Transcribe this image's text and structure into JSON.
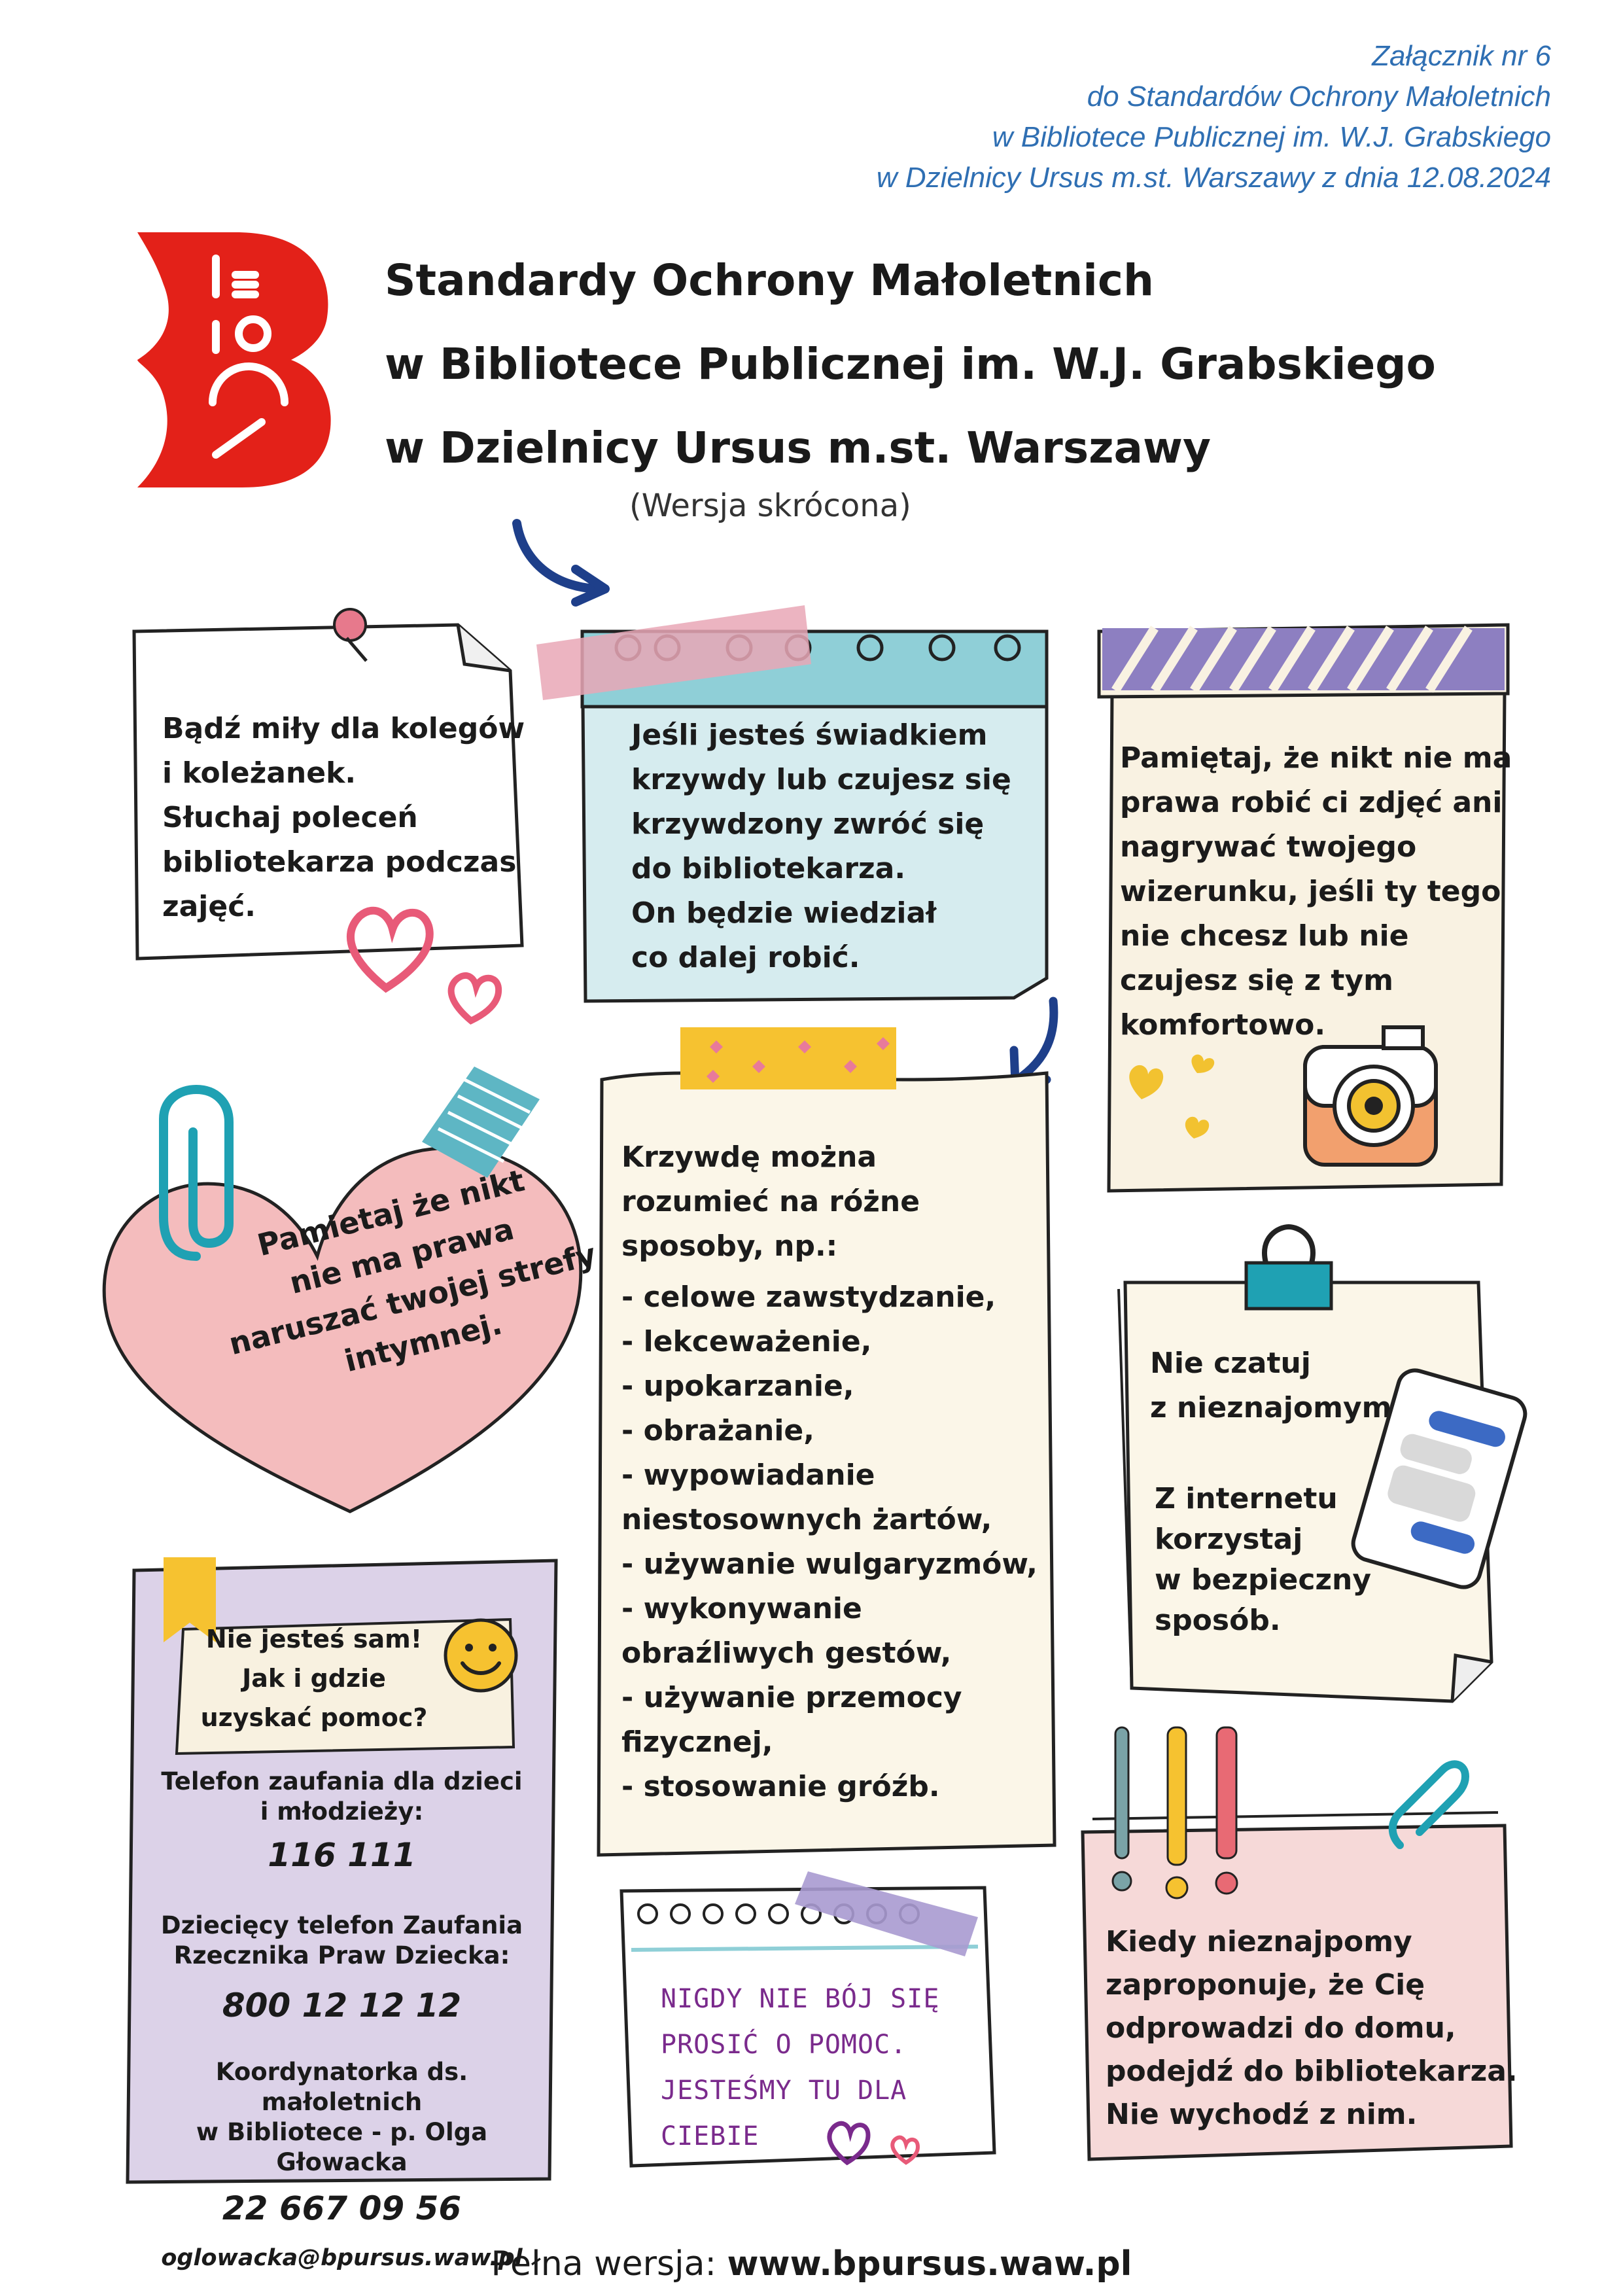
{
  "annex": {
    "line1": "Załącznik nr 6",
    "line2": "do Standardów Ochrony Małoletnich",
    "line3": "w Bibliotece Publicznej im. W.J. Grabskiego",
    "line4": "w Dzielnicy Ursus m.st. Warszawy z dnia 12.08.2024"
  },
  "header": {
    "title_line1": "Standardy Ochrony Małoletnich",
    "title_line2": "w Bibliotece Publicznej im. W.J. Grabskiego",
    "title_line3": "w Dzielnicy Ursus m.st. Warszawy",
    "subtitle": "(Wersja skrócona)"
  },
  "notes": {
    "kind": {
      "l1": "Bądź miły dla kolegów",
      "l2": "i koleżanek.",
      "l3": "Słuchaj poleceń",
      "l4": "bibliotekarza podczas",
      "l5": "zajęć."
    },
    "witness": {
      "l1": "Jeśli jesteś świadkiem",
      "l2": "krzywdy lub czujesz się",
      "l3": "krzywdzony zwróć się",
      "l4": "do bibliotekarza.",
      "l5": "On będzie wiedział",
      "l6": "co dalej robić."
    },
    "photos": {
      "l1": "Pamiętaj, że nikt nie ma",
      "l2": "prawa robić ci zdjęć ani",
      "l3": "nagrywać twojego",
      "l4": "wizerunku, jeśli ty tego",
      "l5": "nie chcesz  lub nie",
      "l6": "czujesz się z tym",
      "l7": "komfortowo."
    },
    "heart": {
      "l1": "Pamietaj że nikt",
      "l2": "nie ma prawa",
      "l3": "naruszać twojej strefy",
      "l4": "intymnej."
    },
    "harm": {
      "h1": "Krzywdę można",
      "h2": "rozumieć na różne",
      "h3": "sposoby, np.:",
      "items": [
        "- celowe zawstydzanie,",
        "- lekceważenie,",
        "- upokarzanie,",
        "- obrażanie,",
        "- wypowiadanie",
        "   niestosownych żartów,",
        "- używanie wulgaryzmów,",
        "- wykonywanie",
        "   obraźliwych gestów,",
        "- używanie przemocy",
        "   fizycznej,",
        "- stosowanie gróźb."
      ]
    },
    "chat": {
      "l1": "Nie czatuj",
      "l2": "z nieznajomymi.",
      "l3": "Z internetu",
      "l4": "korzystaj",
      "l5": "w bezpieczny",
      "l6": "sposób."
    },
    "help": {
      "q1": "Nie jesteś sam!",
      "q2": "Jak i gdzie",
      "q3": "uzyskać pomoc?",
      "phone1_label1": "Telefon zaufania dla dzieci",
      "phone1_label2": "i młodzieży:",
      "phone1": "116 111",
      "phone2_label1": "Dziecięcy telefon Zaufania",
      "phone2_label2": "Rzecznika Praw Dziecka:",
      "phone2": "800 12 12 12",
      "coord_label1": "Koordynatorka ds. małoletnich",
      "coord_label2": "w Bibliotece - p. Olga Głowacka",
      "phone3": "22 667 09 56",
      "email": "oglowacka@bpursus.waw.pl"
    },
    "never": {
      "l1": "NIGDY NIE BÓJ SIĘ",
      "l2": "PROSIĆ O POMOC.",
      "l3": "JESTEŚMY TU DLA",
      "l4": "CIEBIE"
    },
    "stranger": {
      "l1": "Kiedy nieznajpomy",
      "l2": "zaproponuje, że Cię",
      "l3": "odprowadzi do domu,",
      "l4": "podejdź do bibliotekarza.",
      "l5": "Nie wychodź z nim."
    }
  },
  "footer": {
    "label": "Pełna wersja:",
    "url": "www.bpursus.waw.pl"
  },
  "colors": {
    "logo_red": "#e32119",
    "accent_blue": "#2f6fb3",
    "purple": "#7a2a8c"
  }
}
